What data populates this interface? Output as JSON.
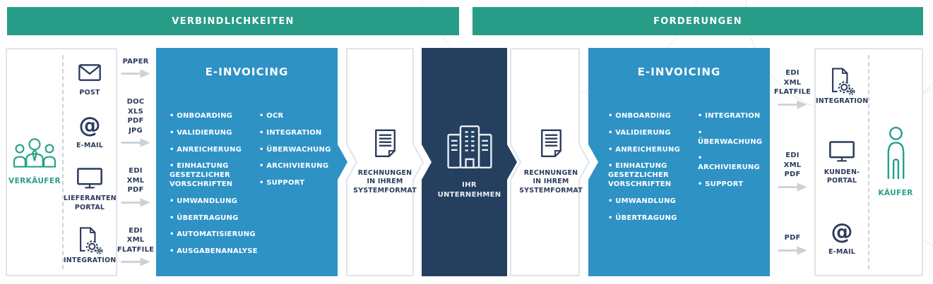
{
  "colors": {
    "teal_green": "#279C86",
    "blue": "#2E92C5",
    "navy": "#25405F",
    "text_navy": "#2B3B5C",
    "accent_teal": "#27A189",
    "arrow_grey": "#CBD1D6",
    "border_grey": "#DFE4E8"
  },
  "headers": {
    "payables": "VERBINDLICHKEITEN",
    "receivables": "FORDERUNGEN"
  },
  "seller": {
    "label": "VERKÄUFER",
    "channels": [
      {
        "icon": "mail-envelope-icon",
        "label": "POST"
      },
      {
        "icon": "at-sign-icon",
        "label": "E-MAIL"
      },
      {
        "icon": "monitor-icon",
        "label": "LIEFERANTEN PORTAL"
      },
      {
        "icon": "document-gear-icon",
        "label": "INTEGRATION"
      }
    ]
  },
  "inbound_formats": [
    {
      "label": "PAPER"
    },
    {
      "label": "DOC\nXLS\nPDF\nJPG"
    },
    {
      "label": "EDI\nXML\nPDF"
    },
    {
      "label": "EDI\nXML\nFLATFILE"
    }
  ],
  "einvoicing_left": {
    "title": "E-INVOICING",
    "services_col1": [
      "ONBOARDING",
      "VALIDIERUNG",
      "ANREICHERUNG",
      "EINHALTUNG GESETZLICHER VORSCHRIFTEN",
      "UMWANDLUNG",
      "ÜBERTRAGUNG",
      "AUTOMATISIERUNG",
      "AUSGABENANALYSE"
    ],
    "services_col2": [
      "OCR",
      "INTEGRATION",
      "ÜBERWACHUNG",
      "ARCHIVIERUNG",
      "SUPPORT"
    ]
  },
  "system_format_left": {
    "label": "RECHNUNGEN IN IHREM SYSTEMFORMAT"
  },
  "company": {
    "label": "IHR UNTERNEHMEN"
  },
  "system_format_right": {
    "label": "RECHNUNGEN IN IHREM SYSTEMFORMAT"
  },
  "einvoicing_right": {
    "title": "E-INVOICING",
    "services_col1": [
      "ONBOARDING",
      "VALIDIERUNG",
      "ANREICHERUNG",
      "EINHALTUNG GESETZLICHER VORSCHRIFTEN",
      "UMWANDLUNG",
      "ÜBERTRAGUNG"
    ],
    "services_col2": [
      "INTEGRATION",
      "ÜBERWACHUNG",
      "ARCHIVIERUNG",
      "SUPPORT"
    ]
  },
  "outbound_formats": [
    {
      "label": "EDI\nXML\nFLATFILE"
    },
    {
      "label": "EDI\nXML\nPDF"
    },
    {
      "label": "PDF"
    }
  ],
  "buyer": {
    "label": "KÄUFER",
    "channels": [
      {
        "icon": "document-gear-icon",
        "label": "INTEGRATION"
      },
      {
        "icon": "monitor-icon",
        "label": "KUNDEN-PORTAL"
      },
      {
        "icon": "at-sign-icon",
        "label": "E-MAIL"
      }
    ]
  }
}
